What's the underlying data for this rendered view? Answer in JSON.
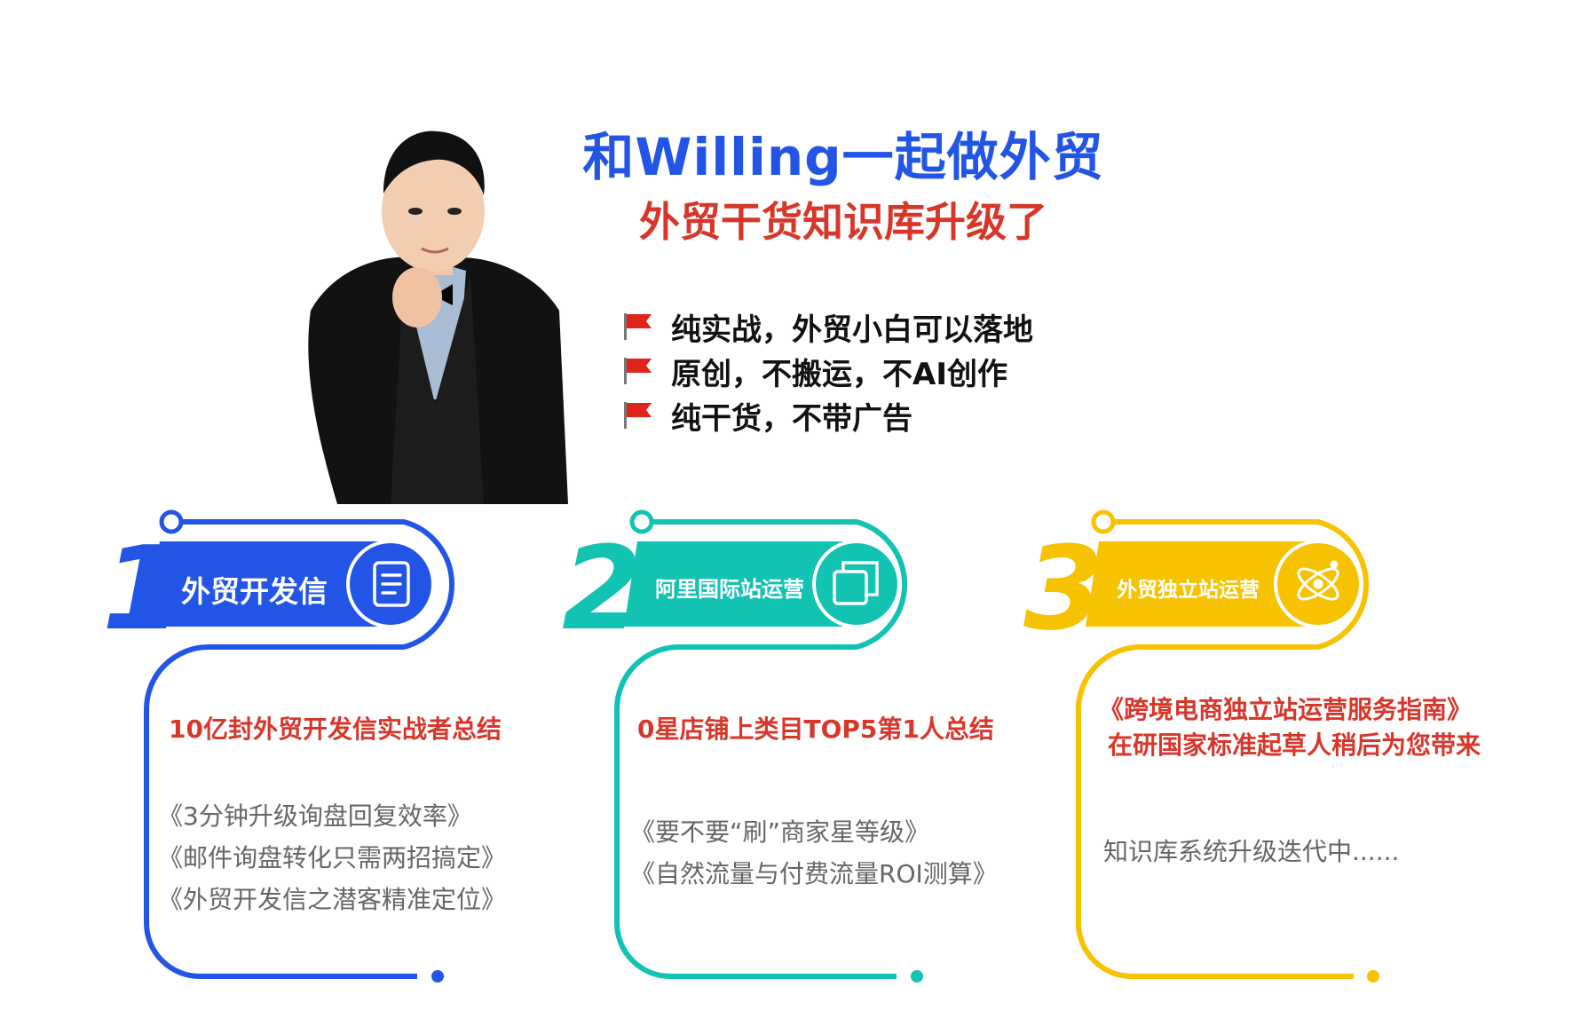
{
  "header": {
    "title": "和Willing一起做外贸",
    "subtitle": "外贸干货知识库升级了"
  },
  "bullets": [
    "纯实战，外贸小白可以落地",
    "原创，不搬运，不AI创作",
    "纯干货，不带广告"
  ],
  "colors": {
    "blue": "#2255e6",
    "teal": "#12c2b3",
    "yellow": "#f7c200",
    "red": "#d7372b"
  },
  "cards": [
    {
      "number": "1",
      "label": "外贸开发信",
      "icon": "document-icon",
      "headline": "10亿封外贸开发信实战者总结",
      "items": [
        "《3分钟升级询盘回复效率》",
        "《邮件询盘转化只需两招搞定》",
        "《外贸开发信之潜客精准定位》"
      ]
    },
    {
      "number": "2",
      "label": "阿里国际站运营",
      "icon": "layers-icon",
      "headline": "0星店铺上类目TOP5第1人总结",
      "items": [
        "《要不要“刷”商家星等级》",
        "《自然流量与付费流量ROI测算》"
      ]
    },
    {
      "number": "3",
      "label": "外贸独立站运营",
      "icon": "atom-icon",
      "headline_lines": [
        "《跨境电商独立站运营服务指南》",
        "在研国家标准起草人稍后为您带来"
      ],
      "items": [
        "知识库系统升级迭代中......"
      ]
    }
  ]
}
